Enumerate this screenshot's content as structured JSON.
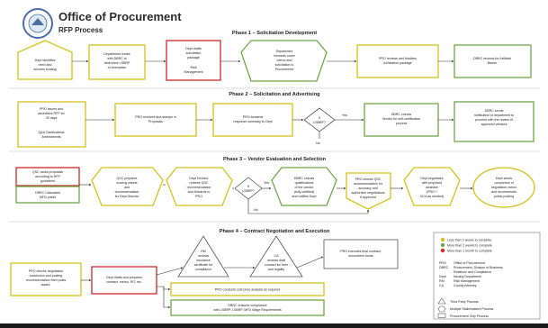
{
  "header": {
    "title": "Office of Procurement",
    "subtitle": "RFP Process"
  },
  "colors": {
    "yellow_box": "#d6c21a",
    "green_box": "#6fa84a",
    "red_box": "#cf2a2a",
    "background_dark": "#1a1a1a"
  },
  "phases": [
    "Phase 1 – Solicitation Development",
    "Phase 2 – Solicitation and Advertising",
    "Phase 3 – Vendor Evaluation and Selection",
    "Phase 4 – Contract Negotiation and Execution"
  ],
  "p1": {
    "n1": [
      "Dept identifies",
      "need and",
      "secures funding"
    ],
    "n2": [
      "Department works",
      "with DBRC to",
      "determine LSBRP",
      "or exemption"
    ],
    "n3": [
      "Dept drafts",
      "solicitation",
      "package"
    ],
    "n3b": [
      "Risk",
      "Management"
    ],
    "n4": [
      "Department",
      "forwards cover",
      "memo and",
      "solicitation to",
      "Procurement"
    ],
    "n5": [
      "PRO reviews and finalizes",
      "solicitation package"
    ],
    "n6": [
      "DBRC reviews for Artificial",
      "Barrier"
    ]
  },
  "p2": {
    "n1": [
      "PRO issues and",
      "advertises RFP for",
      "30 days"
    ],
    "n1b": [
      "Q&A Clarifications",
      "Amendments"
    ],
    "n2": [
      "PRO receives and stamps in",
      "Proposals"
    ],
    "n3": [
      "PRO forwards",
      "response summary to Dept"
    ],
    "d1": [
      "If",
      "LSBRP?"
    ],
    "yes": "Yes",
    "no": "No",
    "n4": [
      "DBRC checks",
      "Vendor for self-certification",
      "process"
    ],
    "n5": [
      "DBRC sends",
      "notification to department to",
      "proceed with the review of",
      "approved vendors"
    ]
  },
  "p3": {
    "n1": [
      "QSC ranks proposals",
      "according to RFP",
      "guidelines"
    ],
    "n1b": [
      "DBRC Calculates",
      "MFD points"
    ],
    "n2": [
      "QSC prepares",
      "scoring sheets",
      "and",
      "recommendation",
      "for Dept Director"
    ],
    "n3": [
      "Dept Director",
      "reviews QSC",
      "recommendation",
      "and forwards to",
      "PRO"
    ],
    "d1": [
      "If",
      "LSBRP?"
    ],
    "yes": "Yes",
    "no": "No",
    "n4": [
      "DBRC checks",
      "qualifications",
      "of the vendor",
      "(fully certified)",
      "and notifies Dept"
    ],
    "n5": [
      "PRO checks QSC",
      "recommendation for",
      "accuracy and",
      "authorizes negotiations",
      "if approved"
    ],
    "n6": [
      "Dept negotiates",
      "with proposed",
      "awardee",
      "(PRO +",
      "OCA as needed)"
    ],
    "n7": [
      "Dept sends",
      "completion of",
      "negotiation memo",
      "and recommends",
      "public posting"
    ]
  },
  "p4": {
    "n1": [
      "PRO checks negotiation",
      "conclusion and posting",
      "recommendation then posts",
      "award."
    ],
    "n2": [
      "Dept drafts and prepares",
      "contract, memo, RG, etc."
    ],
    "t1": [
      "RM",
      "reviews",
      "insurance",
      "certificate for",
      "compliance"
    ],
    "t2": [
      "CA",
      "reviews draft",
      "contract for form",
      "and legality"
    ],
    "n3": [
      "PRO executes final contract,",
      "encumbers funds"
    ],
    "n4": "PRO conducts cost price analysis as required",
    "n5": [
      "DBRC ensures compliance",
      "with LSBRP, LSBRP, MFD Wage Requirements"
    ]
  },
  "legend": {
    "colors": [
      "Less than 2 weeks to complete",
      "More than 2 weeks to complete",
      "More than 1 month to complete"
    ],
    "abbr": [
      [
        "PRO",
        "Office of Procurement"
      ],
      [
        "DBRC",
        "Procurement, Division of Business"
      ],
      [
        "",
        "Relations and Compliance"
      ],
      [
        "Dept",
        "Issuing Department"
      ],
      [
        "RM",
        "Risk Management"
      ],
      [
        "CA",
        "County Attorney"
      ]
    ],
    "shapes": [
      "Third Party Process",
      "Multiple Stakeholders Process",
      "Procurement Only Process"
    ]
  }
}
